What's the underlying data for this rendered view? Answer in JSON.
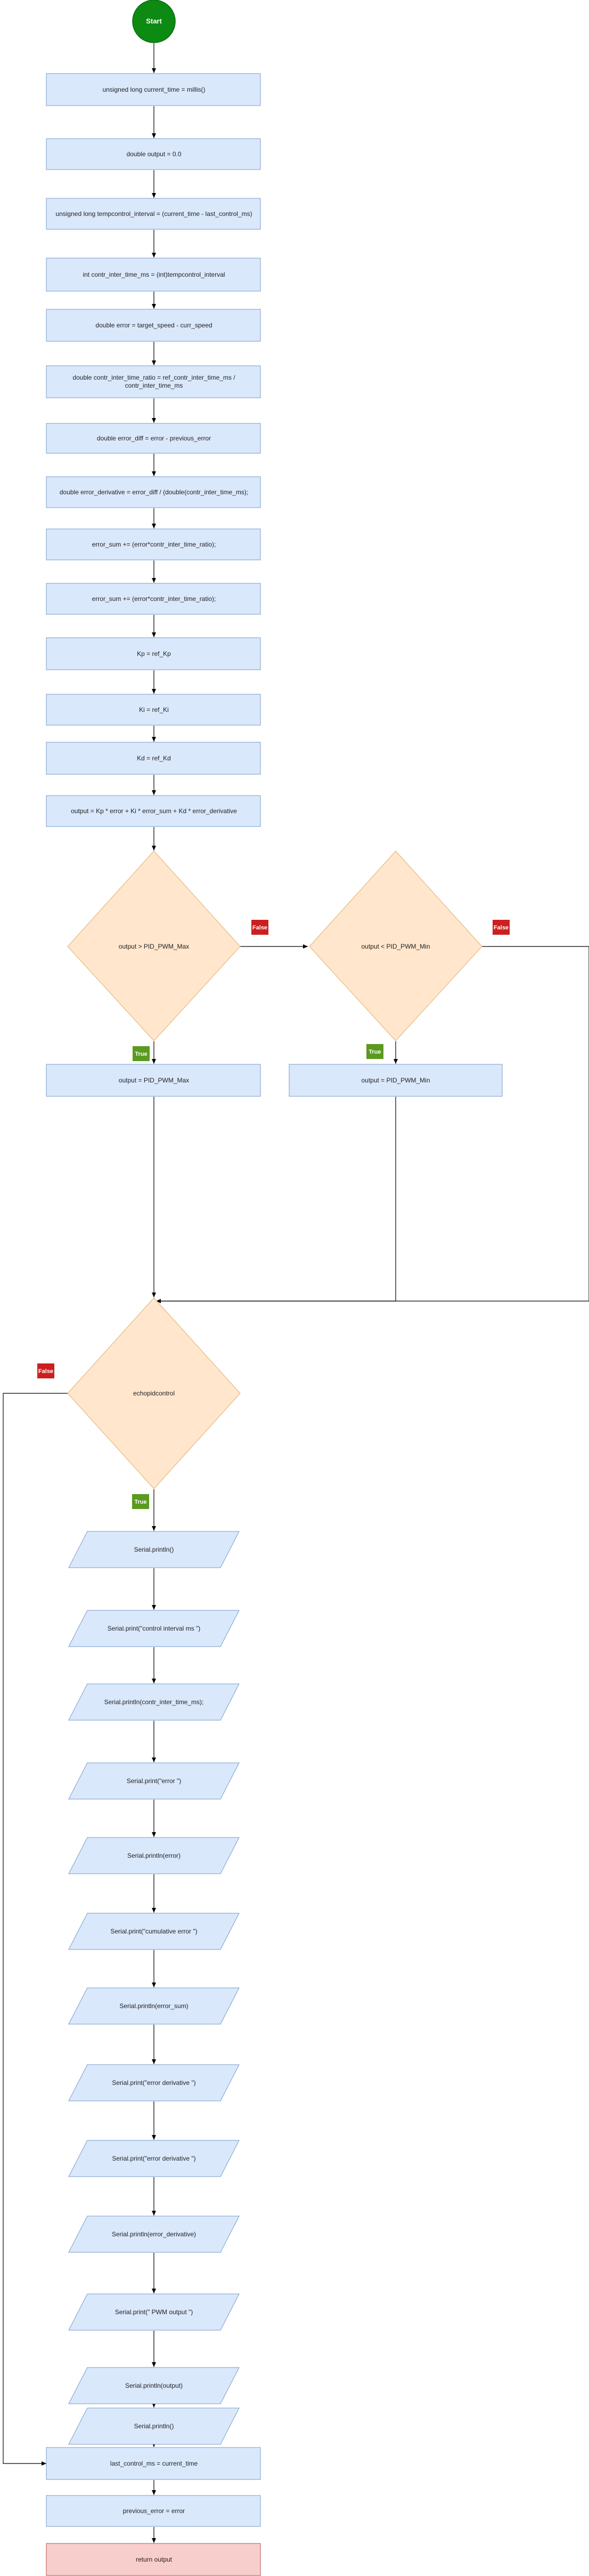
{
  "colors": {
    "process_fill": "#dae8fc",
    "process_stroke": "#7a9cc9",
    "decision_fill": "#ffe6cc",
    "decision_stroke": "#e0b070",
    "start_fill": "#0c8a12",
    "start_stroke": "#0a6e0f",
    "end_fill": "#f8cecc",
    "end_stroke": "#b85450",
    "true_badge": "#5a9a1f",
    "false_badge": "#cc1f1f",
    "edge": "#000000"
  },
  "nodes": {
    "start": "Start",
    "n1": "unsigned long current_time = millis()",
    "n2": "double output = 0.0",
    "n3": "unsigned long tempcontrol_interval = (current_time - last_control_ms)",
    "n4": "int contr_inter_time_ms = (int)tempcontrol_interval",
    "n5": "double error = target_speed - curr_speed",
    "n6a": "double contr_inter_time_ratio = ref_contr_inter_time_ms /",
    "n6b": "contr_inter_time_ms",
    "n7": "double error_diff = error - previous_error",
    "n8": "double error_derivative = error_diff / (double(contr_inter_time_ms);",
    "n9": "error_sum += (error*contr_inter_time_ratio);",
    "n10": "error_sum += (error*contr_inter_time_ratio);",
    "n11": "Kp = ref_Kp",
    "n12": "Ki = ref_Ki",
    "n13": "Kd = ref_Kd",
    "n14": "output = Kp * error + Ki * error_sum + Kd * error_derivative",
    "d1": "output > PID_PWM_Max",
    "d2": "output < PID_PWM_Min",
    "n15": "output = PID_PWM_Max",
    "n16": "output = PID_PWM_Min",
    "d3": "echopidcontrol",
    "io1": "Serial.println()",
    "io2": "Serial.print(\"control interval ms \")",
    "io3": "Serial.println(contr_inter_time_ms);",
    "io4": "Serial.print(\"error \")",
    "io5": "Serial.println(error)",
    "io6": "Serial.print(\"cumulative error \")",
    "io7": "Serial.println(error_sum)",
    "io8": "Serial.print(\"error derivative \")",
    "io9": "Serial.print(\"error derivative \")",
    "io10": "Serial.println(error_derivative)",
    "io11": "Serial.print(\" PWM output  \")",
    "io12": "Serial.println(output)",
    "io13": "Serial.println()",
    "n17": "last_control_ms = current_time",
    "n18": "previous_error = error",
    "end": "return output"
  },
  "labels": {
    "true": "True",
    "false": "False"
  }
}
